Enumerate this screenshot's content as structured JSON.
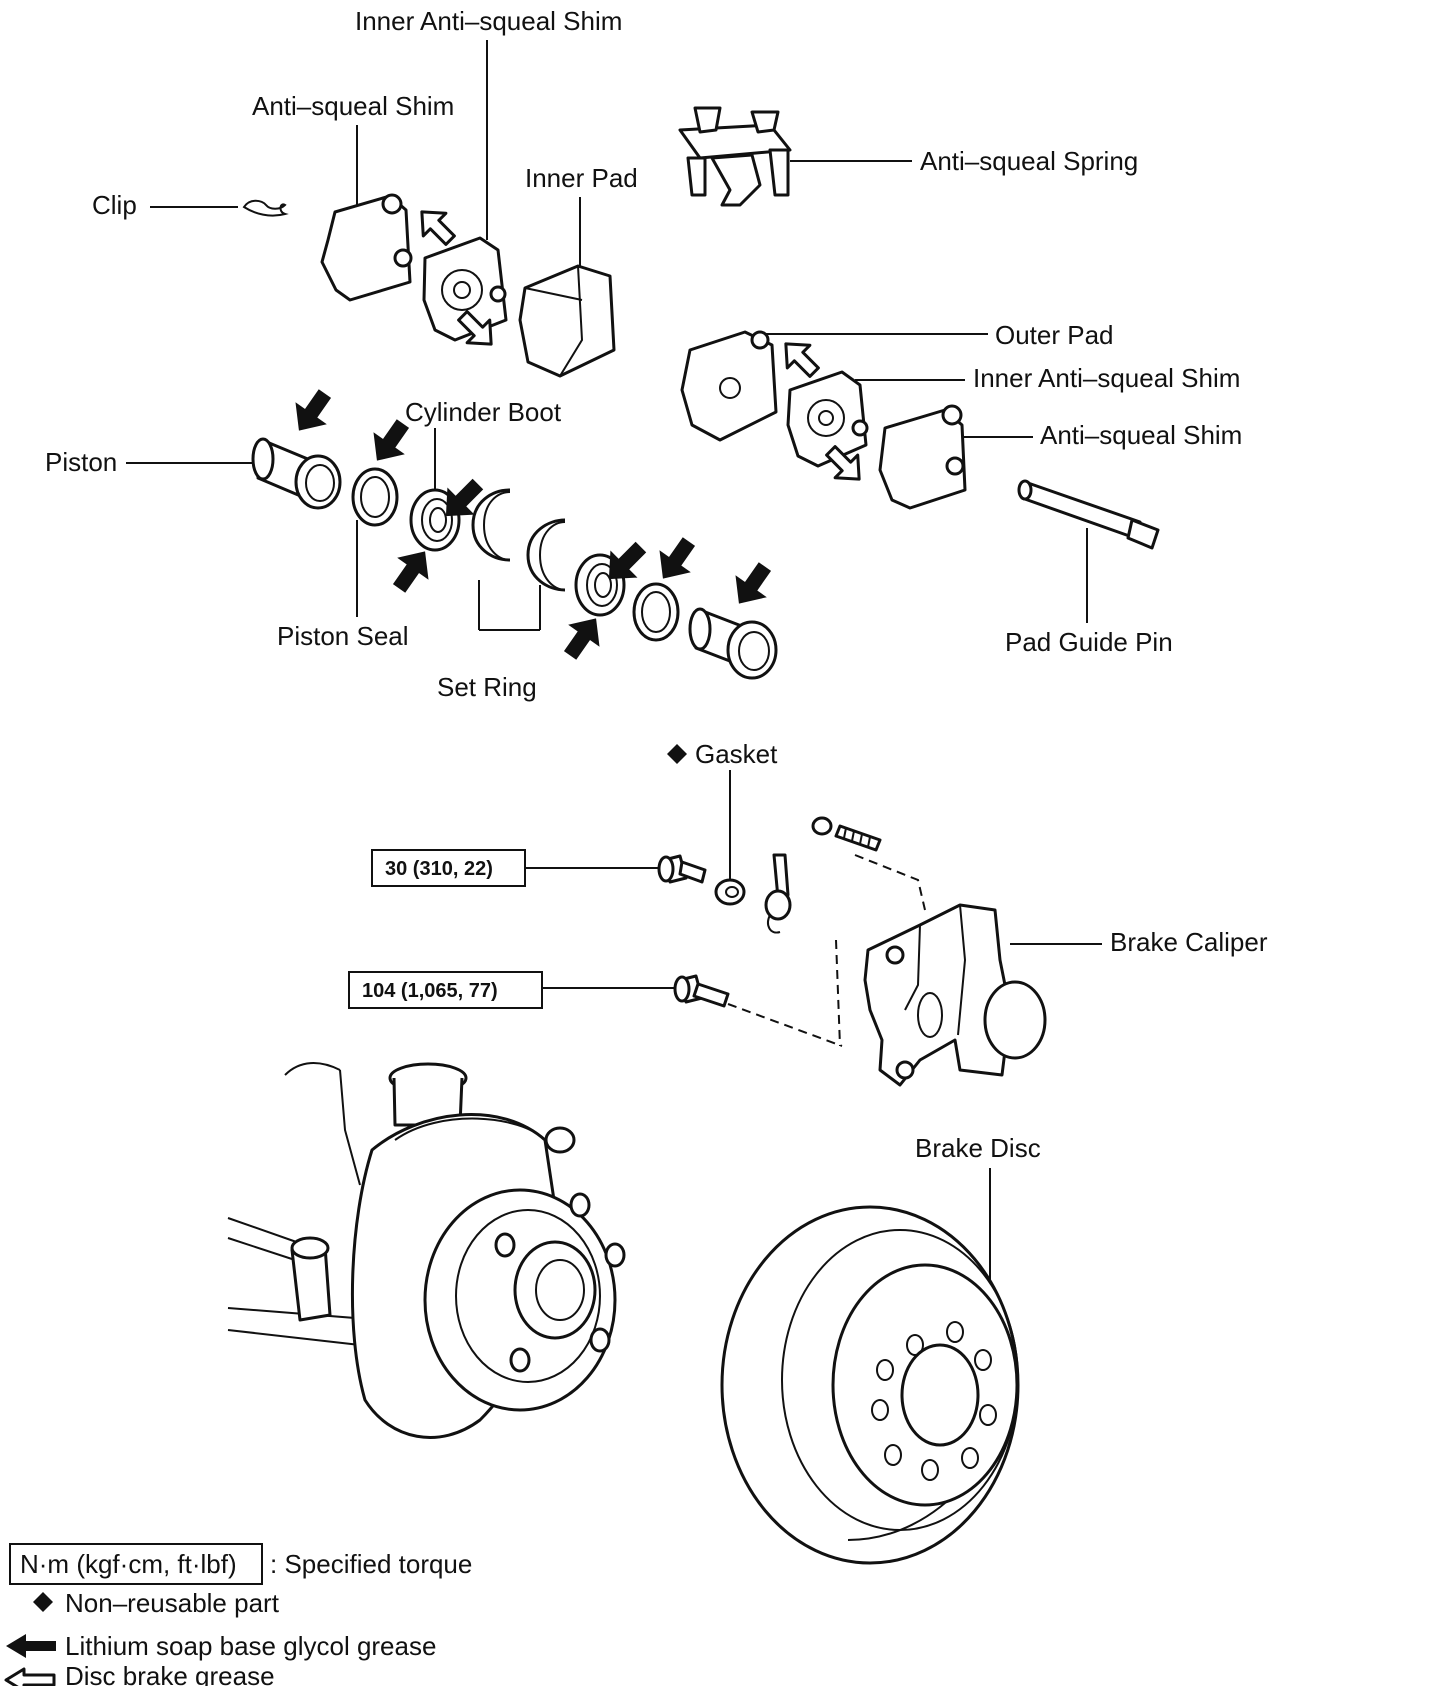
{
  "labels": {
    "inner_anti_squeal_shim_top": "Inner Anti–squeal Shim",
    "anti_squeal_shim_top": "Anti–squeal Shim",
    "inner_pad": "Inner Pad",
    "clip": "Clip",
    "anti_squeal_spring": "Anti–squeal Spring",
    "outer_pad": "Outer Pad",
    "inner_anti_squeal_shim_right": "Inner Anti–squeal Shim",
    "anti_squeal_shim_right": "Anti–squeal Shim",
    "cylinder_boot": "Cylinder Boot",
    "piston": "Piston",
    "piston_seal": "Piston Seal",
    "set_ring": "Set Ring",
    "pad_guide_pin": "Pad Guide Pin",
    "gasket": "Gasket",
    "brake_caliper": "Brake Caliper",
    "brake_disc": "Brake Disc"
  },
  "torques": {
    "union_bolt": "30 (310, 22)",
    "caliper_bolt": "104 (1,065, 77)"
  },
  "legend": {
    "torque_unit": "N·m (kgf·cm, ft·lbf)",
    "torque_desc": ": Specified torque",
    "non_reusable": "Non–reusable part",
    "lithium_grease": "Lithium soap base glycol grease",
    "disc_grease": "Disc brake grease"
  }
}
